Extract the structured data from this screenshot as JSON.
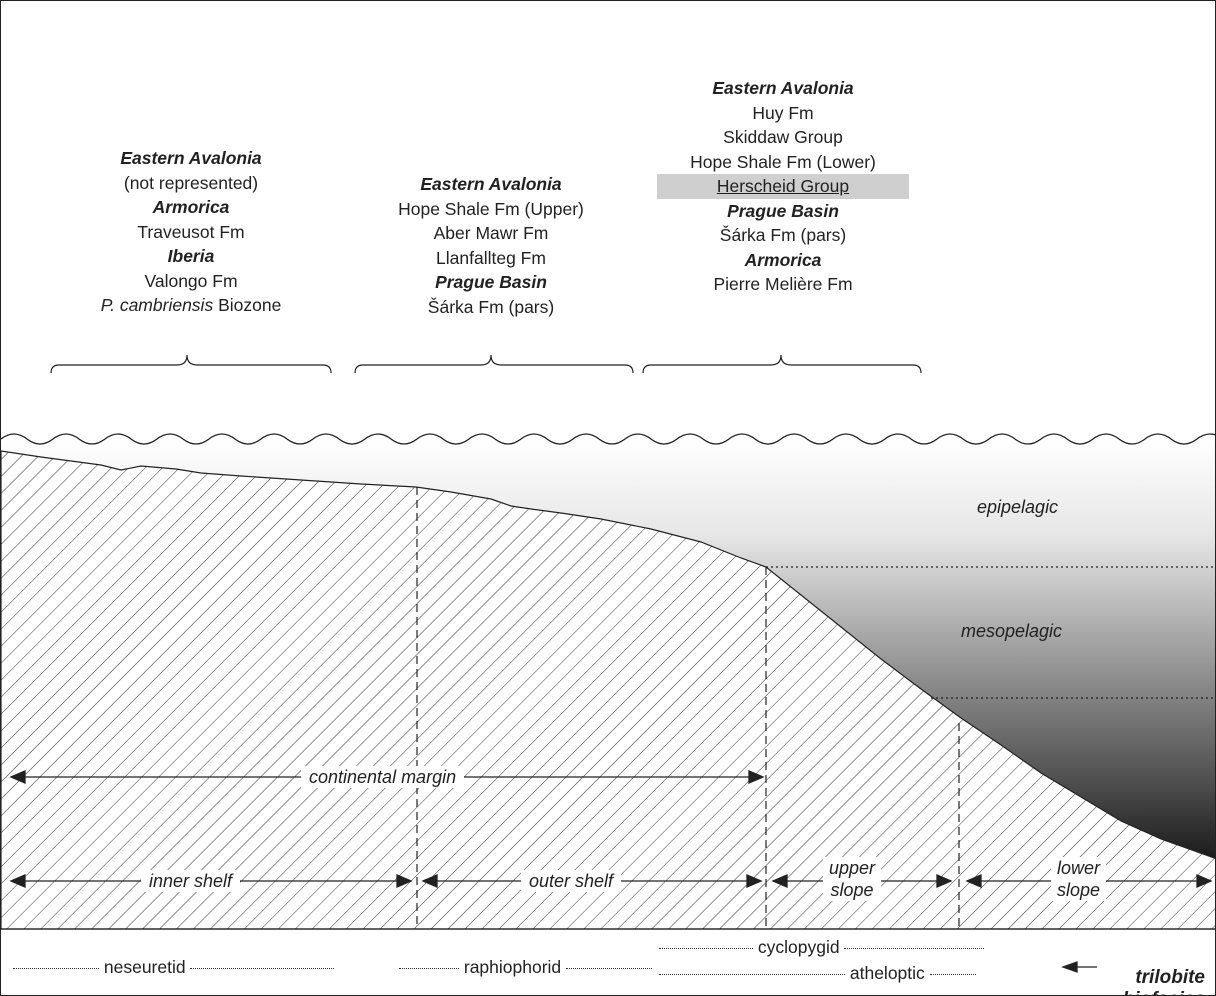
{
  "columns": [
    {
      "lines": [
        {
          "text": "Eastern Avalonia",
          "style": "hdr"
        },
        {
          "text": "(not represented)",
          "style": ""
        },
        {
          "text": "Armorica",
          "style": "hdr"
        },
        {
          "text": "Traveusot Fm",
          "style": ""
        },
        {
          "text": "Iberia",
          "style": "hdr"
        },
        {
          "text": "Valongo Fm",
          "style": ""
        },
        {
          "text": "P. cambriensis Biozone",
          "style": "biozone"
        }
      ]
    },
    {
      "lines": [
        {
          "text": "Eastern Avalonia",
          "style": "hdr"
        },
        {
          "text": "Hope Shale Fm (Upper)",
          "style": ""
        },
        {
          "text": "Aber Mawr Fm",
          "style": ""
        },
        {
          "text": "Llanfallteg Fm",
          "style": ""
        },
        {
          "text": "Prague Basin",
          "style": "hdr"
        },
        {
          "text": "Šárka Fm (pars)",
          "style": ""
        }
      ]
    },
    {
      "lines": [
        {
          "text": "Eastern Avalonia",
          "style": "hdr"
        },
        {
          "text": "Huy Fm",
          "style": ""
        },
        {
          "text": "Skiddaw Group",
          "style": ""
        },
        {
          "text": "Hope Shale Fm (Lower)",
          "style": ""
        },
        {
          "text": "Herscheid Group",
          "style": "highlight"
        },
        {
          "text": "Prague Basin",
          "style": "hdr"
        },
        {
          "text": "Šárka Fm (pars)",
          "style": ""
        },
        {
          "text": "Armorica",
          "style": "hdr"
        },
        {
          "text": "Pierre Melière Fm",
          "style": ""
        }
      ]
    }
  ],
  "zones": {
    "epipelagic": "epipelagic",
    "mesopelagic": "mesopelagic"
  },
  "arrows": {
    "continental_margin": "continental margin",
    "inner_shelf": "inner shelf",
    "outer_shelf": "outer shelf",
    "upper_slope_1": "upper",
    "upper_slope_2": "slope",
    "lower_slope_1": "lower",
    "lower_slope_2": "slope"
  },
  "biofacies": {
    "neseuretid": "neseuretid",
    "raphiophorid": "raphiophorid",
    "cyclopygid": "cyclopygid",
    "atheloptic": "atheloptic",
    "legend_1": "trilobite",
    "legend_2": "biofacies"
  },
  "colors": {
    "ink": "#222222",
    "highlight": "#cfcfcf",
    "deep_water": "#1a1a1a"
  }
}
